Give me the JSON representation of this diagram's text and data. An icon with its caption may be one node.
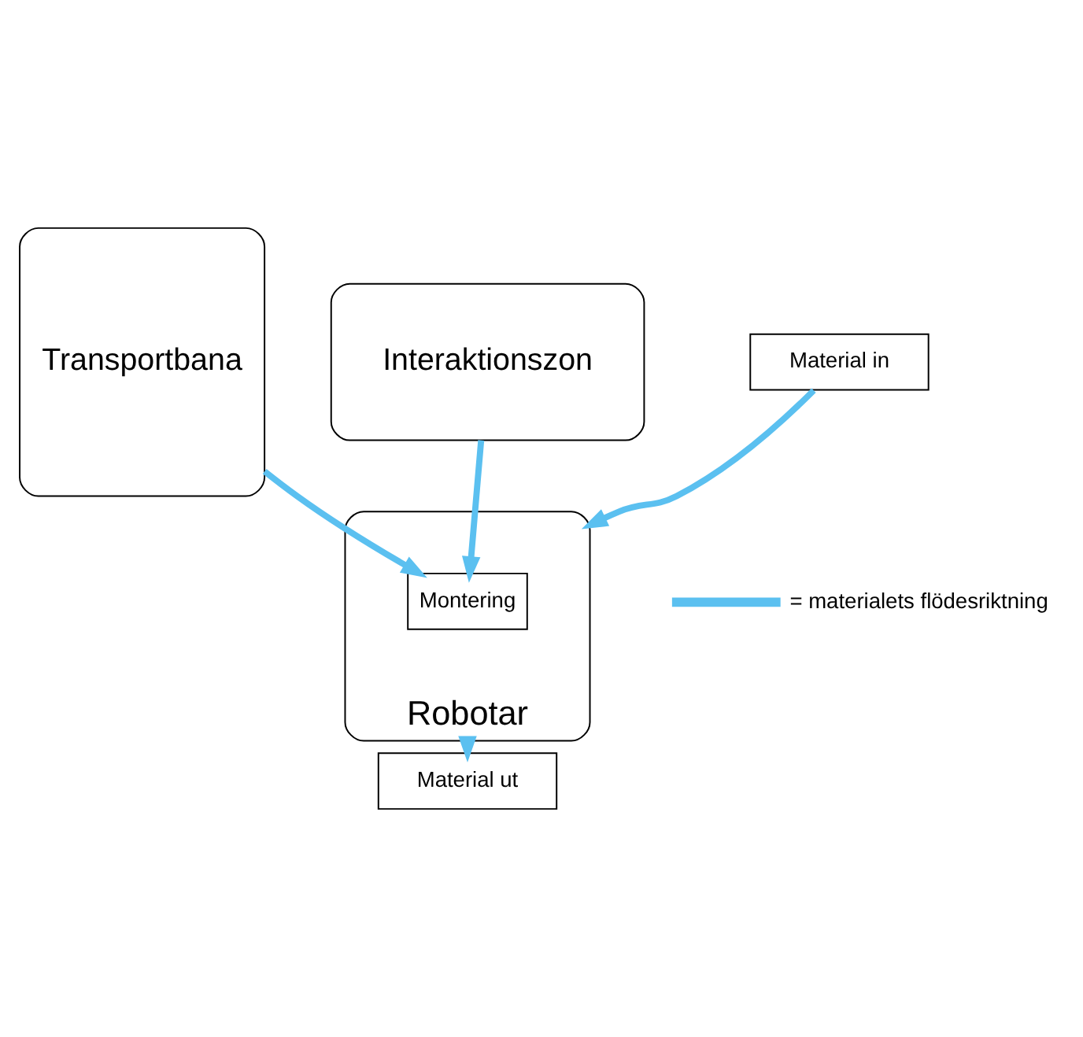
{
  "diagram": {
    "nodes": [
      {
        "text": [
          "Transportbana"
        ]
      },
      {
        "text": [
          "Interaktionszon"
        ]
      },
      {
        "text": [
          "Robotar"
        ]
      },
      {
        "text": [
          "Montering"
        ],
        "in": 2
      },
      {
        "text": [
          "Material ut"
        ]
      },
      {
        "text": [
          "Material in"
        ]
      }
    ],
    "edges": [
      {
        "from": 1,
        "to": 3,
        "arrow": "to"
      },
      {
        "from": 0,
        "to": 3,
        "arrow": "to"
      },
      {
        "from": 2,
        "to": 4,
        "arrow": "to"
      },
      {
        "from": 5,
        "to": 2,
        "arrow": "to"
      }
    ],
    "legend": [
      {
        "text": "= materialets flödesriktning"
      }
    ]
  }
}
